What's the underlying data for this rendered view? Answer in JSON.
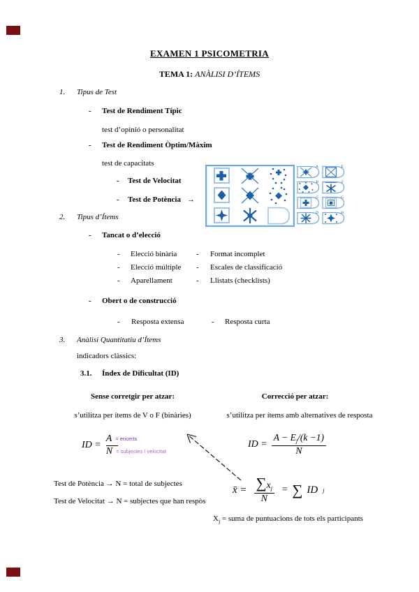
{
  "doc": {
    "title": "EXAMEN 1 PSICOMETRIA",
    "tema_label": "TEMA 1: ",
    "tema_title": "ANÀLISI D’ÍTEMS"
  },
  "outline": {
    "dash": "-",
    "arrow": "→",
    "n1": "1.",
    "t1": "Tipus de Test",
    "rt": "Test de Rendiment Típic",
    "rt_desc": "test d’opinió o personalitat",
    "ro": "Test de Rendiment Òptim/Màxim",
    "ro_desc": "test de capacitats",
    "vel": "Test de Velocitat",
    "pot": "Test de Potència",
    "n2": "2.",
    "t2": "Tipus d’Ítems",
    "tancat": "Tancat o d’elecció",
    "c1": [
      "Elecció binària",
      "Elecció múltiple",
      "Aparellament"
    ],
    "c2": [
      "Format incomplet",
      "Escales de classificació",
      "Llistats (checklists)"
    ],
    "obert": "Obert o de construcció",
    "resp_ext": "Resposta extensa",
    "resp_curta": "Resposta curta",
    "n3": "3.",
    "t3": "Anàlisi Quantitatiu d’Ítems",
    "indicadors": "indicadors clàssics:",
    "s31n": "3.1.",
    "s31": "Índex de Dificultat (ID)"
  },
  "atzar": {
    "left_h": "Sense corretgir per atzar:",
    "right_h": "Correcció per atzar:",
    "left_s": "s’utilitza per ítems de V o F (binàries)",
    "right_s": "s’utilitza per ítems amb alternatives de resposta"
  },
  "formula": {
    "id_eq": "ID =",
    "A": "A",
    "N": "N",
    "note_A": "= encerts",
    "note_N": "= subjectes / velocitat",
    "corr_a": "A − E",
    "corr_j": "j",
    "corr_k": "/(k −1)",
    "corr_N": "N",
    "xbar": "x̄ =",
    "sigma": "∑",
    "xj": "x",
    "j": "j",
    "Nden": "N",
    "eq": "=",
    "ID": "ID"
  },
  "notes": {
    "pot": "Test de Potència → N = total de subjectes",
    "vel": "Test de Velocitat → N = subjectes que han respòs",
    "xj": "X",
    "xj_sub": "j",
    "xj_rest": " = suma de puntuacions de tots els participants"
  },
  "figure": {
    "options": [
      {
        "letter": "A"
      },
      {
        "letter": "E"
      },
      {
        "letter": "B"
      },
      {
        "letter": "F"
      },
      {
        "letter": "C"
      },
      {
        "letter": "G"
      },
      {
        "letter": "D"
      },
      {
        "letter": "H"
      }
    ]
  }
}
